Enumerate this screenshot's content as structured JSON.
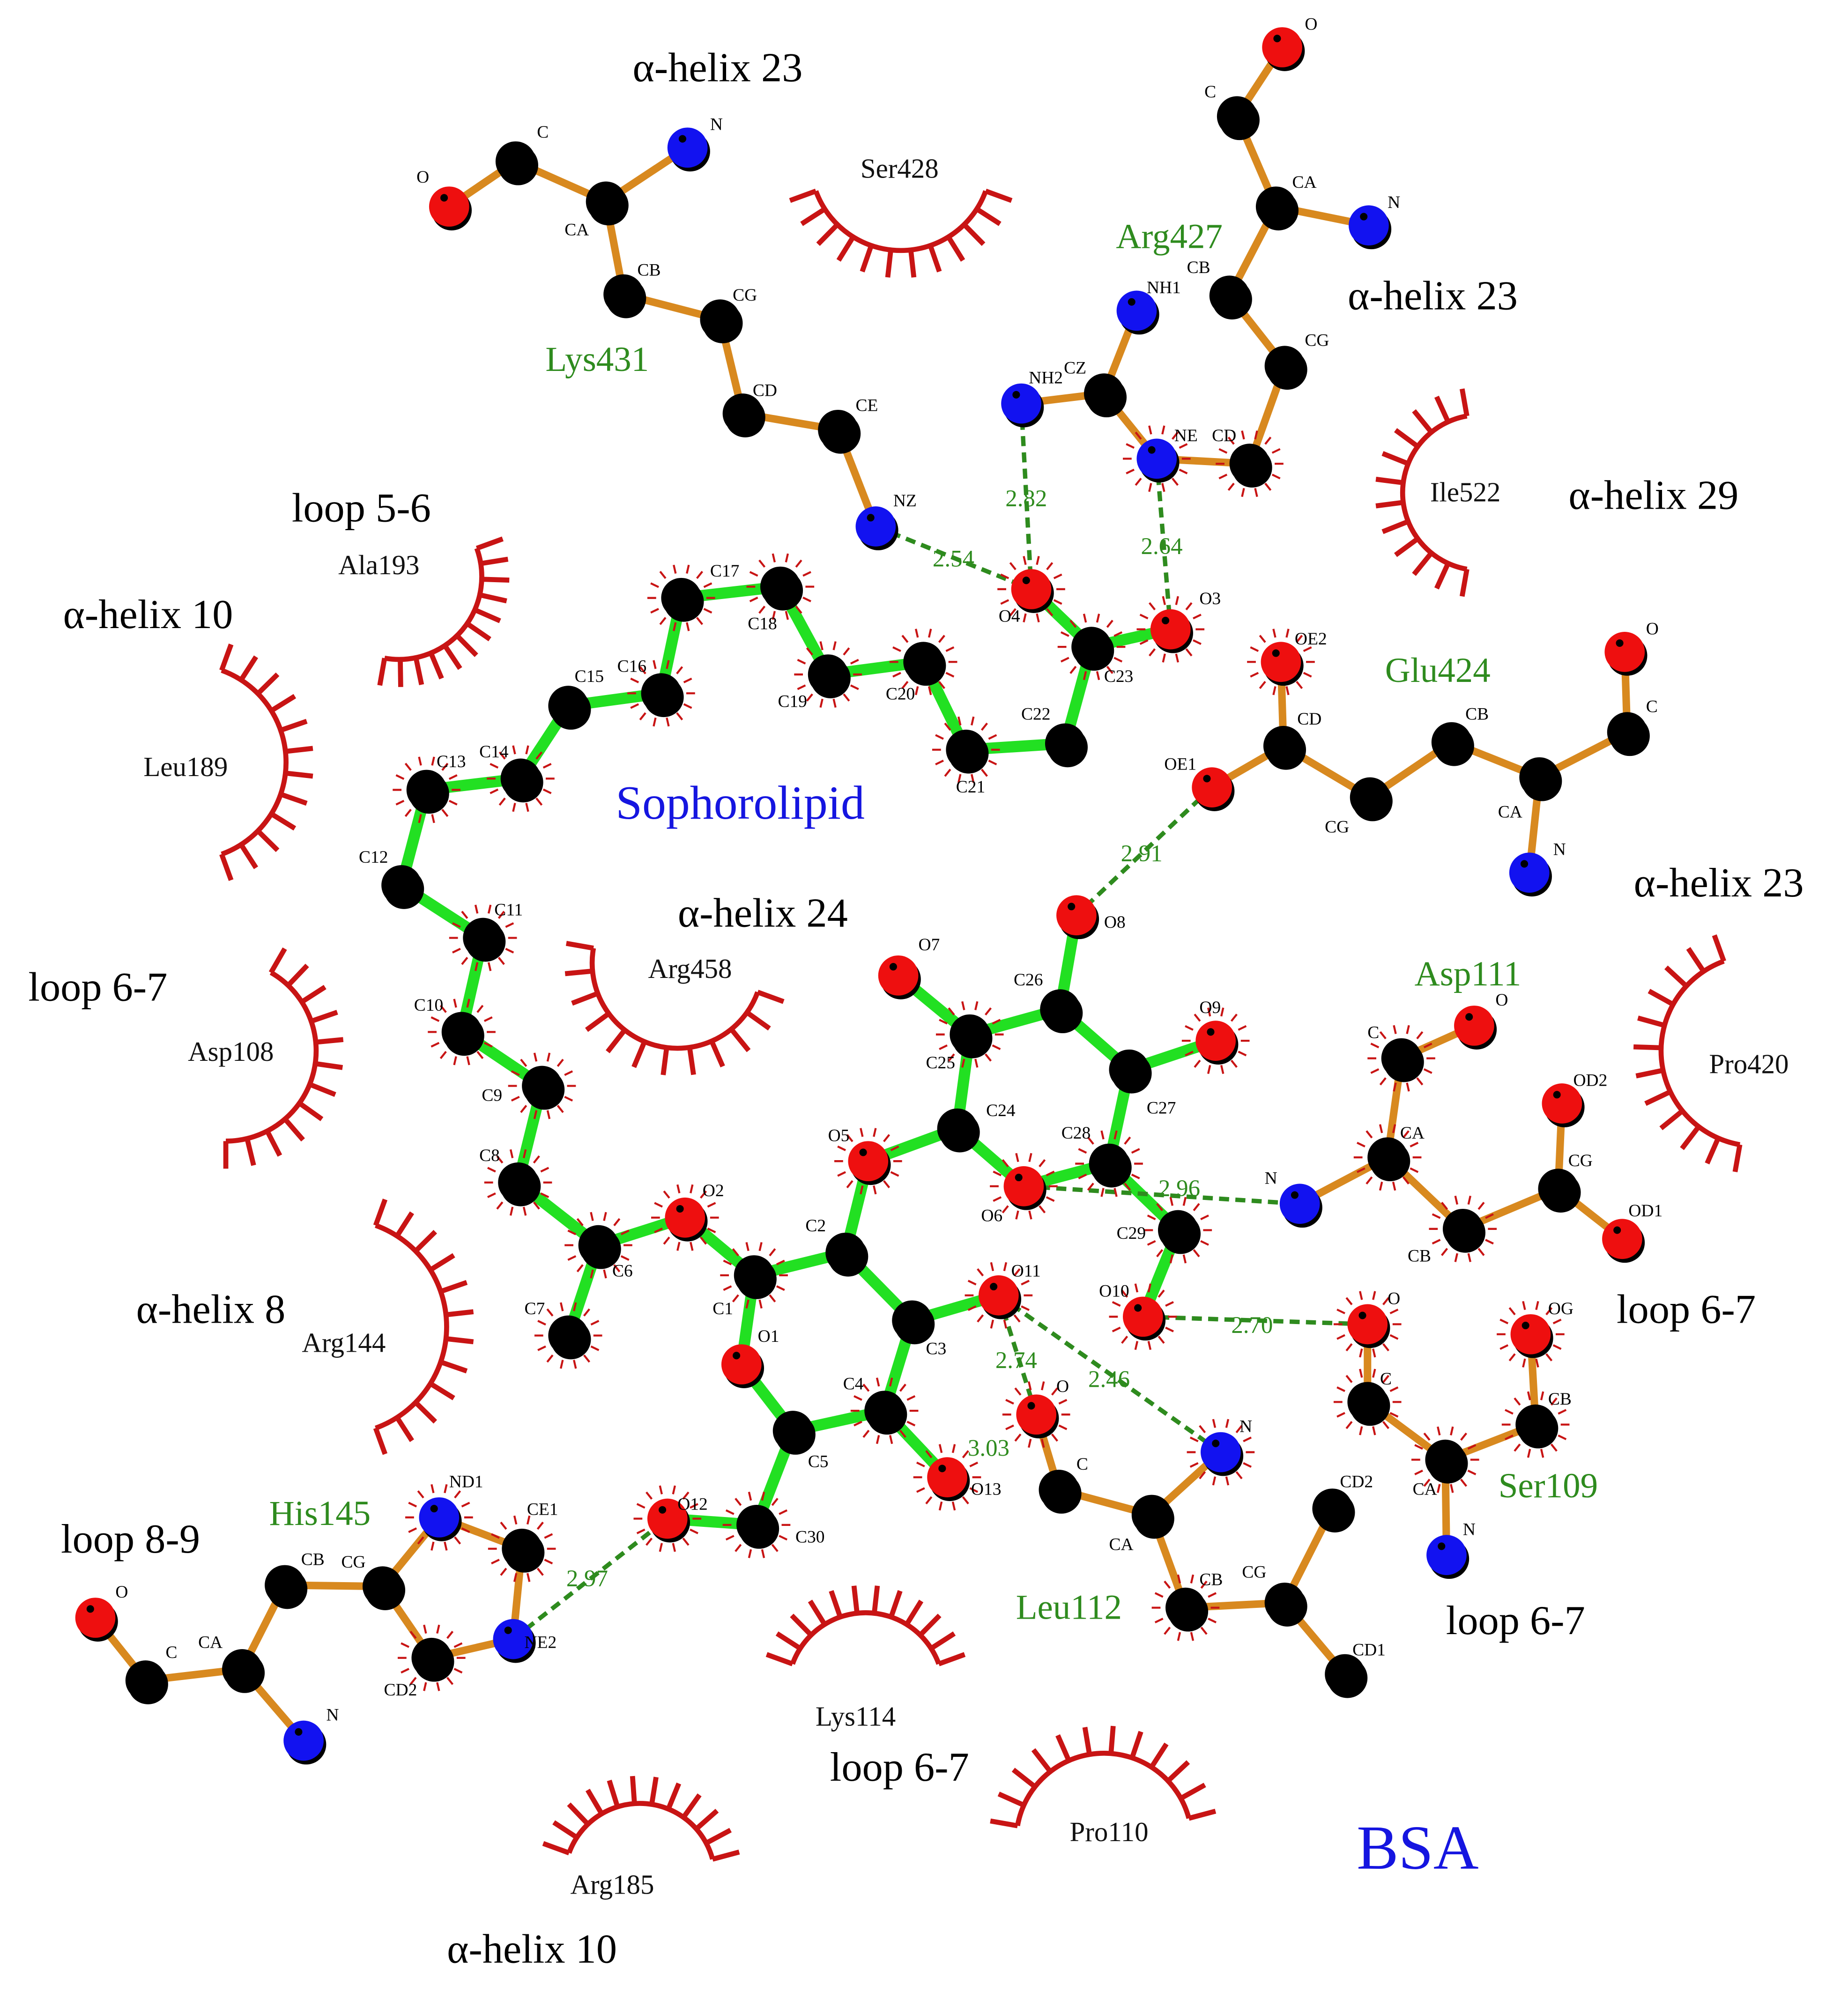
{
  "titles": {
    "ligand": "Sophorolipid",
    "protein": "BSA"
  },
  "colors": {
    "ligand_bond": "#22e022",
    "residue_bond": "#d8891f",
    "hbond": "#2e8b1e",
    "hydrophobic": "#c81414",
    "carbon": "#000000",
    "oxygen": "#ee0f0f",
    "nitrogen": "#1212f0",
    "bonded_residue_label": "#2e8b1e",
    "title": "#1515e0"
  },
  "structure_labels": [
    "α-helix 23",
    "α-helix 23",
    "α-helix 29",
    "α-helix 23",
    "loop 5-6",
    "α-helix 10",
    "α-helix 24",
    "loop 6-7",
    "loop 6-7",
    "α-helix 8",
    "loop 6-7",
    "loop 8-9",
    "loop 6-7",
    "α-helix 10"
  ],
  "bonded_residues": [
    "Lys431",
    "Arg427",
    "Glu424",
    "Asp111",
    "Ser109",
    "Leu112",
    "His145"
  ],
  "hydrophobic_residues": [
    "Ser428",
    "Ile522",
    "Ala193",
    "Leu189",
    "Arg458",
    "Asp108",
    "Arg144",
    "Pro420",
    "Lys114",
    "Pro110",
    "Arg185"
  ],
  "hbond_distances": [
    "2.54",
    "2.82",
    "2.64",
    "2.91",
    "2.96",
    "2.70",
    "2.74",
    "2.46",
    "3.03",
    "2.97"
  ],
  "atom_labels": {
    "ligand": [
      "C17",
      "C18",
      "C16",
      "C15",
      "C19",
      "C20",
      "C14",
      "C13",
      "C12",
      "C11",
      "C10",
      "C9",
      "C8",
      "C6",
      "C7",
      "O2",
      "O4",
      "O3",
      "C23",
      "C22",
      "C21",
      "O8",
      "O7",
      "C26",
      "O9",
      "C25",
      "C27",
      "C24",
      "C28",
      "O5",
      "O6",
      "C29",
      "C2",
      "C1",
      "O1",
      "O11",
      "C3",
      "O10",
      "C4",
      "C5",
      "O12",
      "O13",
      "C30"
    ],
    "lys431": [
      "C",
      "O",
      "N",
      "CA",
      "CB",
      "CG",
      "CD",
      "CE",
      "NZ"
    ],
    "arg427": [
      "O",
      "C",
      "CA",
      "N",
      "CB",
      "NH1",
      "CZ",
      "NH2",
      "CG",
      "NE",
      "CD"
    ],
    "glu424": [
      "OE2",
      "CD",
      "OE1",
      "CG",
      "CB",
      "CA",
      "N",
      "C",
      "O"
    ],
    "asp111": [
      "C",
      "O",
      "CA",
      "OD2",
      "CG",
      "N",
      "CB",
      "OD1"
    ],
    "ser109": [
      "O",
      "C",
      "OG",
      "CB",
      "CA",
      "N"
    ],
    "leu112": [
      "O",
      "N",
      "C",
      "CA",
      "CB",
      "CG",
      "CD2",
      "CD1"
    ],
    "his145": [
      "ND1",
      "CE1",
      "CB",
      "CG",
      "NE2",
      "CD2",
      "CA",
      "C",
      "O",
      "N"
    ]
  }
}
